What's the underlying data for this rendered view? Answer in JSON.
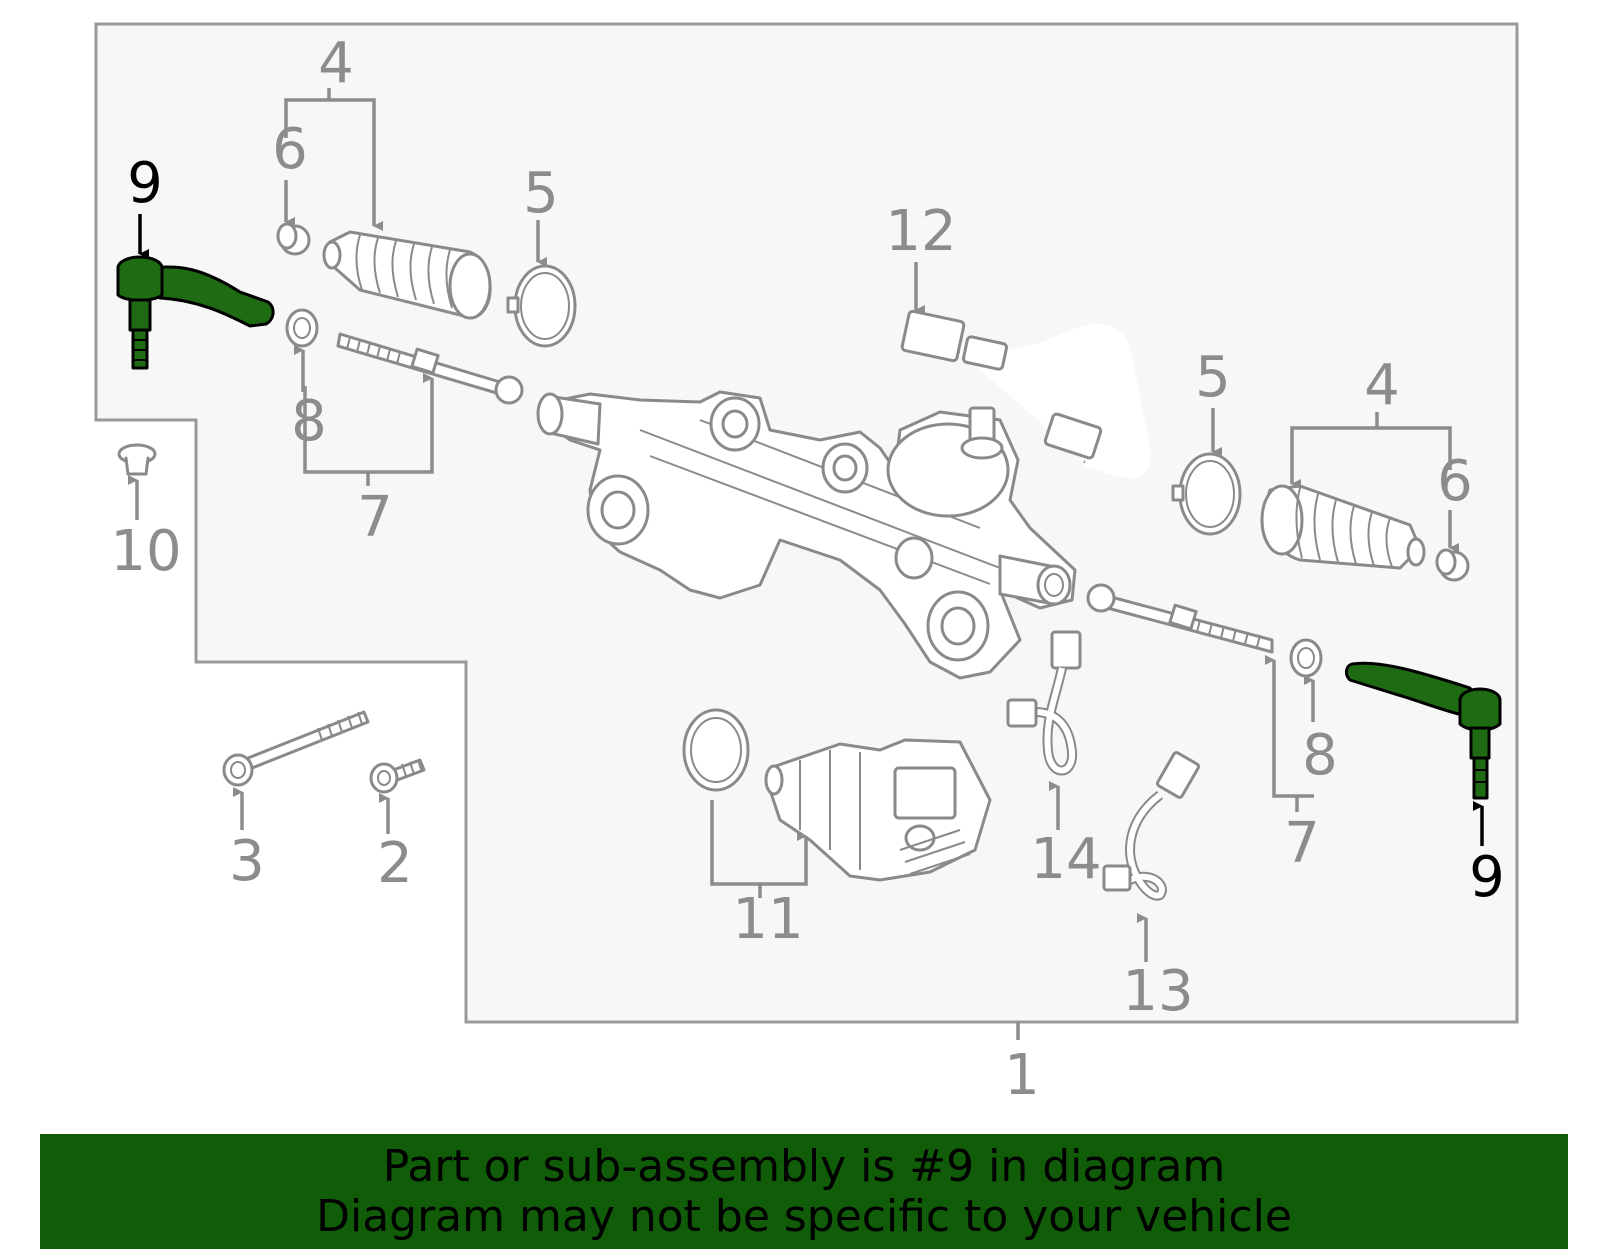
{
  "callouts": {
    "c1": "1",
    "c2": "2",
    "c3": "3",
    "c4_left": "4",
    "c4_right": "4",
    "c5_left": "5",
    "c5_right": "5",
    "c6_left": "6",
    "c6_right": "6",
    "c7_left": "7",
    "c7_right": "7",
    "c8_left": "8",
    "c8_right": "8",
    "c9_left": "9",
    "c9_right": "9",
    "c10": "10",
    "c11": "11",
    "c12": "12",
    "c13": "13",
    "c14": "14"
  },
  "highlighted_part": "9",
  "banner": {
    "line1": "Part or sub-assembly is #9 in diagram",
    "line2": "Diagram may not be specific to your vehicle"
  },
  "colors": {
    "highlight": "#1f6b14",
    "banner": "#115c09",
    "linework": "#8c8c8c",
    "panel": "#f7f7f7"
  }
}
